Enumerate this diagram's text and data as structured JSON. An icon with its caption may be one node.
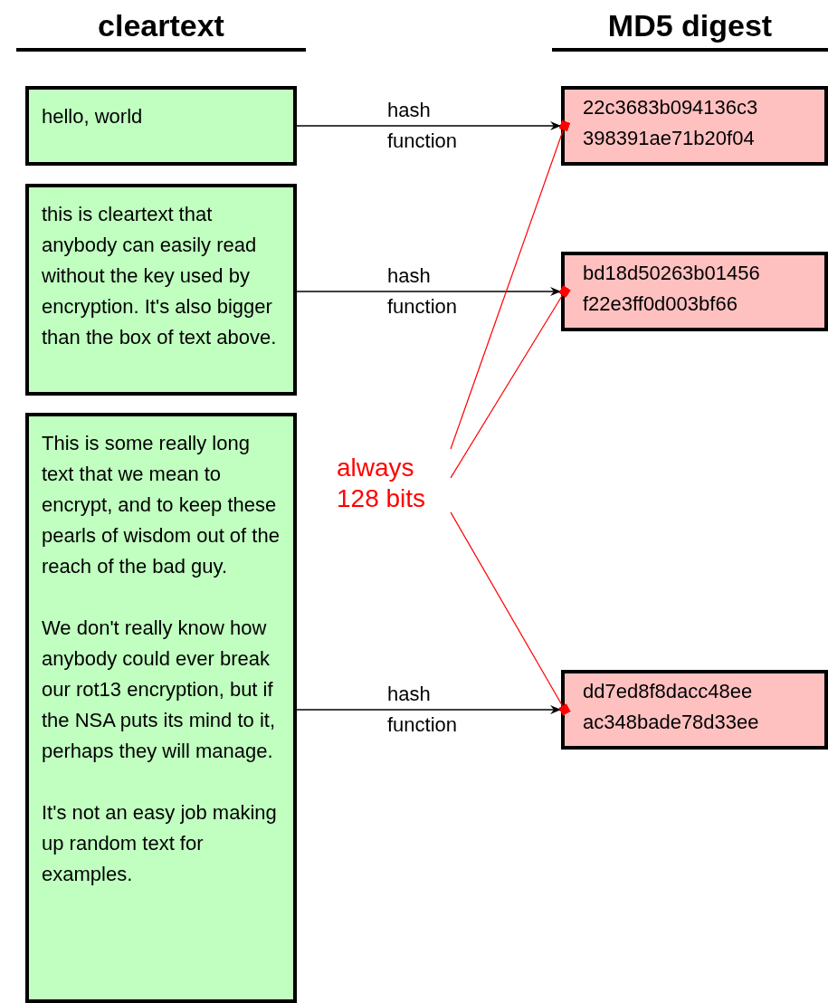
{
  "diagram": {
    "nodes": [
      {
        "text": [
          "hello, world"
        ]
      },
      {
        "text": [
          "22c3683b094136c3 398391ae71b20f04"
        ]
      },
      {
        "text": [
          "this is cleartext that anybody can easily read without the key used by encryption. It's also bigger than the box of text above."
        ]
      },
      {
        "text": [
          "bd18d50263b01456 f22e3ff0d003bf66"
        ]
      },
      {
        "text": [
          "This is some really long text that we mean to encrypt, and to keep these pearls of wisdom out of the reach of the bad guy.",
          "We don't really know how anybody could ever break our rot13 encryption, but if the NSA puts its mind to it, perhaps they will manage.",
          "It's not an easy job making up random text for examples."
        ]
      },
      {
        "text": [
          "always 128 bits"
        ]
      },
      {
        "text": [
          "dd7ed8f8dacc48ee ac348bade78d33ee"
        ]
      }
    ],
    "edges": [
      {
        "from": 0,
        "to": 1,
        "arrow": "to",
        "label": "hash function"
      },
      {
        "from": 2,
        "to": 3,
        "arrow": "to",
        "label": "hash function"
      },
      {
        "from": 4,
        "to": 6,
        "arrow": "to",
        "label": "hash function"
      },
      {
        "from": 5,
        "to": 1,
        "arrow": "other",
        "color": "#ff0000"
      },
      {
        "from": 5,
        "to": 3,
        "arrow": "other",
        "color": "#ff0000"
      },
      {
        "from": 5,
        "to": 6,
        "arrow": "other",
        "color": "#ff0000"
      }
    ],
    "labels": [
      "cleartext",
      "MD5 digest"
    ]
  }
}
